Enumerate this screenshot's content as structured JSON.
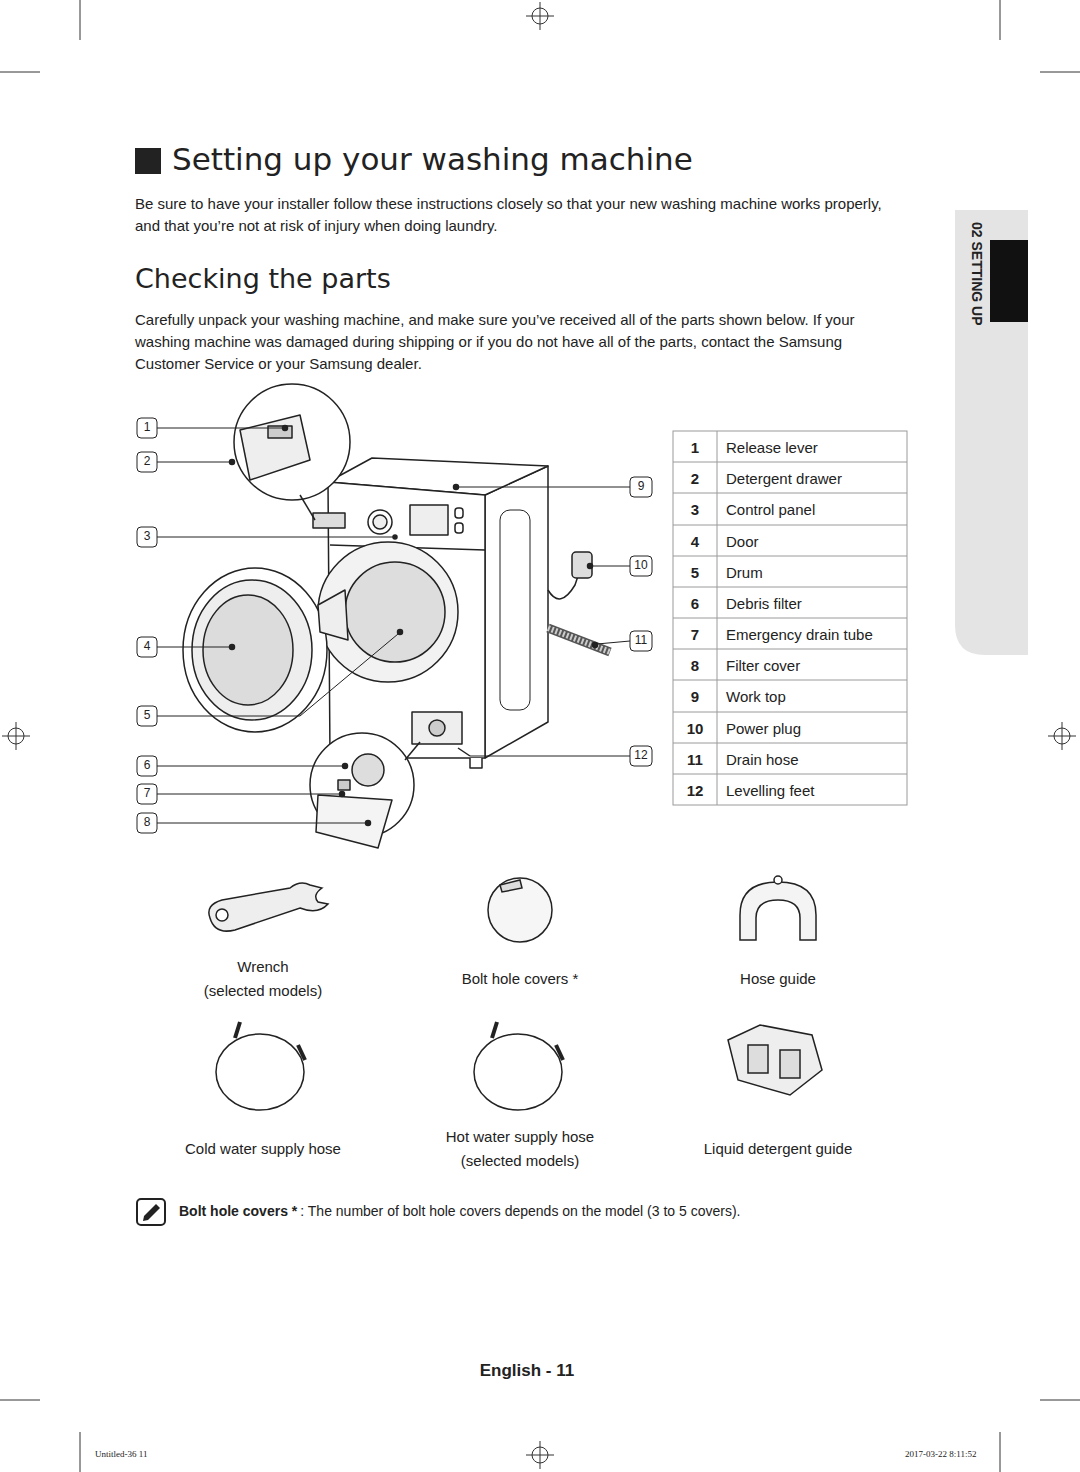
{
  "diagram": {
    "title": "Setting up your washing machine",
    "nodes": [
      {
        "text": [
          "02 SETTING UP"
        ]
      }
    ],
    "edges": [],
    "labels": [
      "Be sure to have your installer follow these instructions closely so that your new washing machine works properly, and that you’re not at risk of injury when doing laundry.",
      "Checking the parts",
      "Carefully unpack your washing machine, and make sure you’ve received all of the parts shown below. If your washing machine was damaged during shipping or if you do not have all of the parts, contact the Samsung Customer Service or your Samsung dealer.",
      "1",
      "2",
      "3",
      "4",
      "5",
      "6",
      "7",
      "8",
      "9",
      "10",
      "11",
      "12",
      "1",
      "Release lever",
      "2",
      "Detergent drawer",
      "3",
      "Control panel",
      "4",
      "Door",
      "5",
      "Drum",
      "6",
      "Debris filter",
      "7",
      "Emergency drain tube",
      "8",
      "Filter cover",
      "9",
      "Work top",
      "10",
      "Power plug",
      "11",
      "Drain hose",
      "12",
      "Levelling feet",
      "Wrench",
      "(selected models)",
      "Bolt hole covers *",
      "Hose guide",
      "Cold water supply hose",
      "Hot water supply hose",
      "(selected models)",
      "Liquid detergent guide",
      "Bolt hole covers *",
      ": The number of bolt hole covers depends on the model (3 to 5 covers).",
      "English - 11",
      "Untitled-36 11",
      "2017-03-22 8:11:52"
    ]
  }
}
